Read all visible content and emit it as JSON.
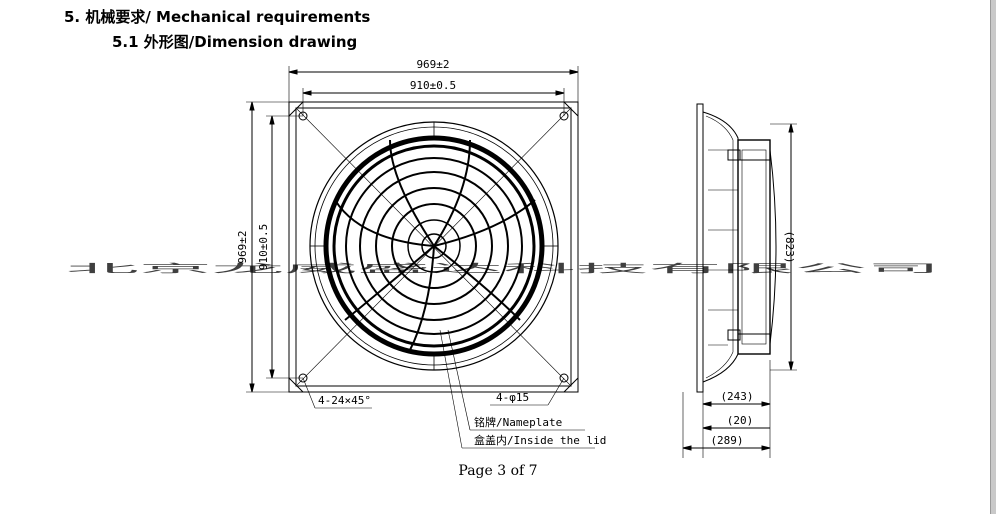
{
  "section_title": "5. 机械要求/ Mechanical requirements",
  "subsection_title": "5.1 外形图/Dimension drawing",
  "dims": {
    "outer_width": "969±2",
    "inner_width": "910±0.5",
    "outer_height": "969±2",
    "inner_height": "910±0.5",
    "corner_chamfer": "4-24×45°",
    "hole": "4-φ15",
    "nameplate": "铭牌/Nameplate",
    "inside_lid": "盒盖内/Inside the lid",
    "side_diameter": "(823)",
    "depth_243": "(243)",
    "depth_20": "(20)",
    "depth_289": "(289)"
  },
  "watermark": "北京龙威盛达科技有限公司",
  "page_number": "Page 3 of 7",
  "colors": {
    "watermark": "#9dc8ea",
    "line": "#000000"
  }
}
